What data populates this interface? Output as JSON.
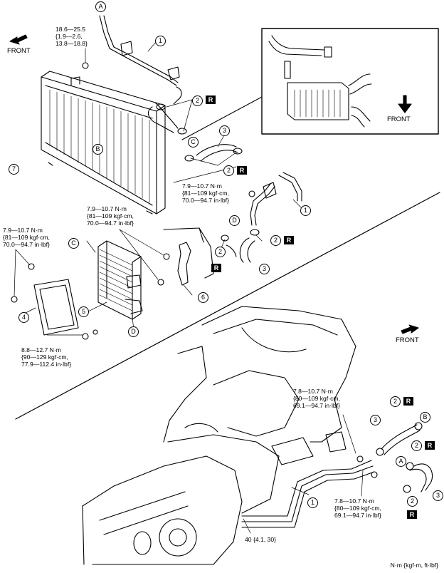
{
  "front_label": "FRONT",
  "refs": {
    "r1": "1",
    "r2": "2",
    "r3": "3",
    "r4": "4",
    "r5": "5",
    "r6": "6",
    "r7": "7",
    "A": "A",
    "B": "B",
    "C": "C",
    "D": "D",
    "R": "R"
  },
  "torques": {
    "t1": [
      "18.6—25.5",
      "{1.9—2.6,",
      "13.8—18.8}"
    ],
    "t2": [
      "7.9—10.7 N·m",
      "{81—109 kgf·cm,",
      "70.0—94.7 in·lbf}"
    ],
    "t3": [
      "7.9—10.7 N·m",
      "{81—109 kgf·cm,",
      "70.0—94.7 in·lbf}"
    ],
    "t4": [
      "7.9—10.7 N·m",
      "{81—109 kgf·cm,",
      "70.0—94.7 in·lbf}"
    ],
    "t5": [
      "8.8—12.7 N·m",
      "{90—129 kgf·cm,",
      "77.9—112.4 in·lbf}"
    ],
    "t6": [
      "7.8—10.7 N·m",
      "{80—109 kgf·cm,",
      "69.1—94.7 in·lbf}"
    ],
    "t7": [
      "7.8—10.7 N·m",
      "{80—109 kgf·cm,",
      "69.1—94.7 in·lbf}"
    ],
    "t8": "40 {4.1, 30}"
  },
  "unit_note": "N·m {kgf·m, ft·lbf}",
  "colors": {
    "line": "#000000",
    "background": "#ffffff",
    "badge": "#000000"
  },
  "icons": [
    "front-arrow-icon"
  ]
}
